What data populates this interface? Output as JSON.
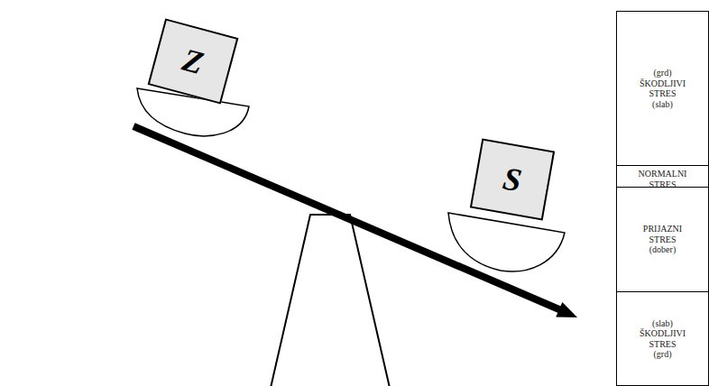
{
  "diagram": {
    "nodes": [
      {
        "text": [
          "Z"
        ]
      },
      {
        "text": [
          "S"
        ]
      },
      {
        "text": [
          "(grd)",
          "ŠKODLJIVI STRES",
          "(slab)"
        ]
      },
      {
        "text": [
          "NORMALNI STRES"
        ]
      },
      {
        "text": [
          "PRIJAZNI STRES",
          "(dober)"
        ]
      },
      {
        "text": [
          "(slab)",
          "ŠKODLJIVI STRES",
          "(grd)"
        ]
      }
    ]
  }
}
